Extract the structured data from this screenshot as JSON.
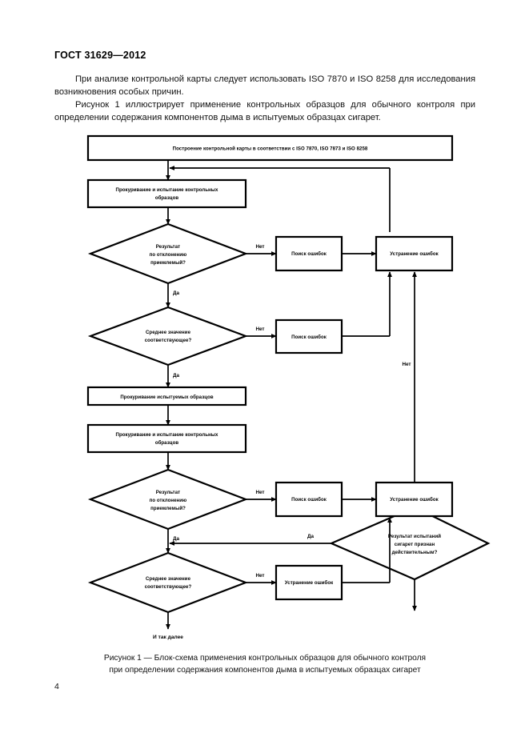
{
  "document": {
    "standard_header": "ГОСТ 31629—2012",
    "page_number": "4",
    "paragraphs": [
      "При анализе контрольной карты следует использовать ISO 7870 и ISO 8258 для исследования возникновения особых причин.",
      "Рисунок 1 иллюстрирует применение контрольных образцов для обычного контроля при определении содержания компонентов дыма в испытуемых образцах сигарет."
    ],
    "figure_caption_line1": "Рисунок 1 — Блок-схема применения контрольных образцов для обычного контроля",
    "figure_caption_line2": "при определении содержания компонентов дыма в испытуемых образцах сигарет"
  },
  "flowchart": {
    "type": "flowchart",
    "title": "Блок-схема применения контрольных образцов для обычного контроля",
    "nodes": [
      {
        "id": "n1",
        "shape": "process",
        "text_lines": [
          "Построение контрольной карты в соответствии с ISO 7870, ISO 7873 и ISO 8258"
        ]
      },
      {
        "id": "n2",
        "shape": "process",
        "text_lines": [
          "Прокуривание и испытание контрольных",
          "образцов"
        ]
      },
      {
        "id": "n3",
        "shape": "decision",
        "text_lines": [
          "Результат",
          "по отклонению",
          "приемлемый?"
        ]
      },
      {
        "id": "n4",
        "shape": "process",
        "text_lines": [
          "Поиск ошибок"
        ]
      },
      {
        "id": "n5",
        "shape": "process",
        "text_lines": [
          "Устранение ошибок"
        ]
      },
      {
        "id": "n6",
        "shape": "decision",
        "text_lines": [
          "Среднее значение",
          "соответствующее?"
        ]
      },
      {
        "id": "n7",
        "shape": "process",
        "text_lines": [
          "Поиск ошибок"
        ]
      },
      {
        "id": "n8",
        "shape": "process",
        "text_lines": [
          "Прокуривание испытуемых образцов"
        ]
      },
      {
        "id": "n9",
        "shape": "decision",
        "text_lines": [
          "Результат испытаний",
          "сигарет признан",
          "действительным?"
        ]
      },
      {
        "id": "n10",
        "shape": "process",
        "text_lines": [
          "Прокуривание и испытание контрольных",
          "образцов"
        ]
      },
      {
        "id": "n11",
        "shape": "decision",
        "text_lines": [
          "Результат",
          "по отклонению",
          "приемлемый?"
        ]
      },
      {
        "id": "n12",
        "shape": "process",
        "text_lines": [
          "Поиск ошибок"
        ]
      },
      {
        "id": "n13",
        "shape": "process",
        "text_lines": [
          "Устранение ошибок"
        ]
      },
      {
        "id": "n14",
        "shape": "decision",
        "text_lines": [
          "Среднее значение",
          "соответствующее?"
        ]
      }
    ],
    "edge_labels": {
      "e1_no": "Нет",
      "e1_yes": "Да",
      "e2_no": "Нет",
      "e2_yes": "Да",
      "e9_no": "Нет",
      "e9_yes": "Да",
      "e11_no": "Нет",
      "e11_yes": "Да",
      "e14_no": "Нет"
    },
    "terminal_text": "И так далее",
    "colors": {
      "stroke": "#000000",
      "fill": "#ffffff",
      "text": "#000000"
    }
  }
}
